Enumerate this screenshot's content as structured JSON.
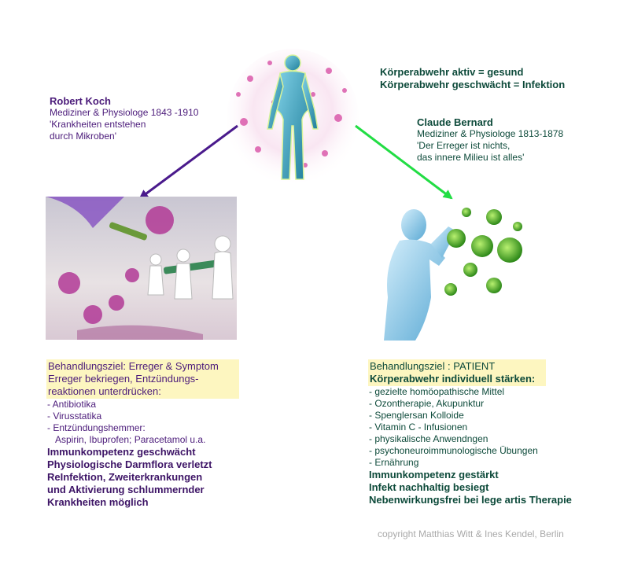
{
  "top_right": {
    "line1": "Körperabwehr aktiv = gesund",
    "line2": "Körperabwehr geschwächt = Infektion"
  },
  "koch": {
    "name": "Robert Koch",
    "role": "Mediziner & Physiologe 1843 -1910",
    "quote1": "'Krankheiten entstehen",
    "quote2": "durch Mikroben'"
  },
  "bernard": {
    "name": "Claude Bernard",
    "role": "Mediziner & Physiologe 1813-1878",
    "quote1": "'Der Erreger ist nichts,",
    "quote2": "das innere Milieu ist alles'"
  },
  "left_block": {
    "goal_line1": "Behandlungsziel: Erreger & Symptom",
    "goal_line2": "Erreger bekriegen, Entzündungs-",
    "goal_line3": "reaktionen unterdrücken:",
    "items": [
      "- Antibiotika",
      "- Virusstatika",
      "- Entzündungshemmer:",
      "Aspirin, Ibuprofen; Paracetamol u.a."
    ],
    "outcomes": [
      "Immunkompetenz geschwächt",
      "Physiologische Darmflora verletzt",
      "ReInfektion, Zweiterkrankungen",
      "und Aktivierung schlummernder",
      "Krankheiten möglich"
    ]
  },
  "right_block": {
    "goal_line1": "Behandlungsziel : PATIENT",
    "goal_line2": "Körperabwehr individuell stärken:",
    "items": [
      "- gezielte homöopathische Mittel",
      "- Ozontherapie, Akupunktur",
      "- Spenglersan Kolloide",
      "- Vitamin C - Infusionen",
      "- physikalische Anwendngen",
      "- psychoneuroimmunologische Übungen",
      "- Ernährung"
    ],
    "outcomes": [
      "Immunkompetenz gestärkt",
      "Infekt nachhaltig besiegt",
      "Nebenwirkungsfrei bei lege artis Therapie"
    ]
  },
  "copyright": "copyright Matthias Witt & Ines Kendel, Berlin",
  "colors": {
    "koch_arrow": "#4a1a8c",
    "bernard_arrow": "#22dd44",
    "purple_text": "#4b1b7a",
    "teal_text": "#0d4a3a",
    "highlight": "#fdf6c0"
  }
}
